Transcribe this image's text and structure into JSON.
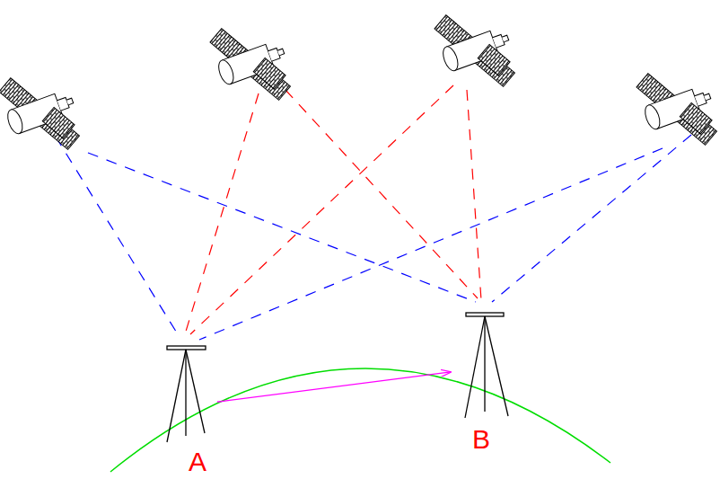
{
  "diagram": {
    "nodes": [
      {
        "text": [
          "A"
        ]
      },
      {
        "text": [
          "B"
        ]
      }
    ],
    "edges": [
      {
        "from": 0,
        "to": 1,
        "arrow": "to"
      }
    ]
  }
}
